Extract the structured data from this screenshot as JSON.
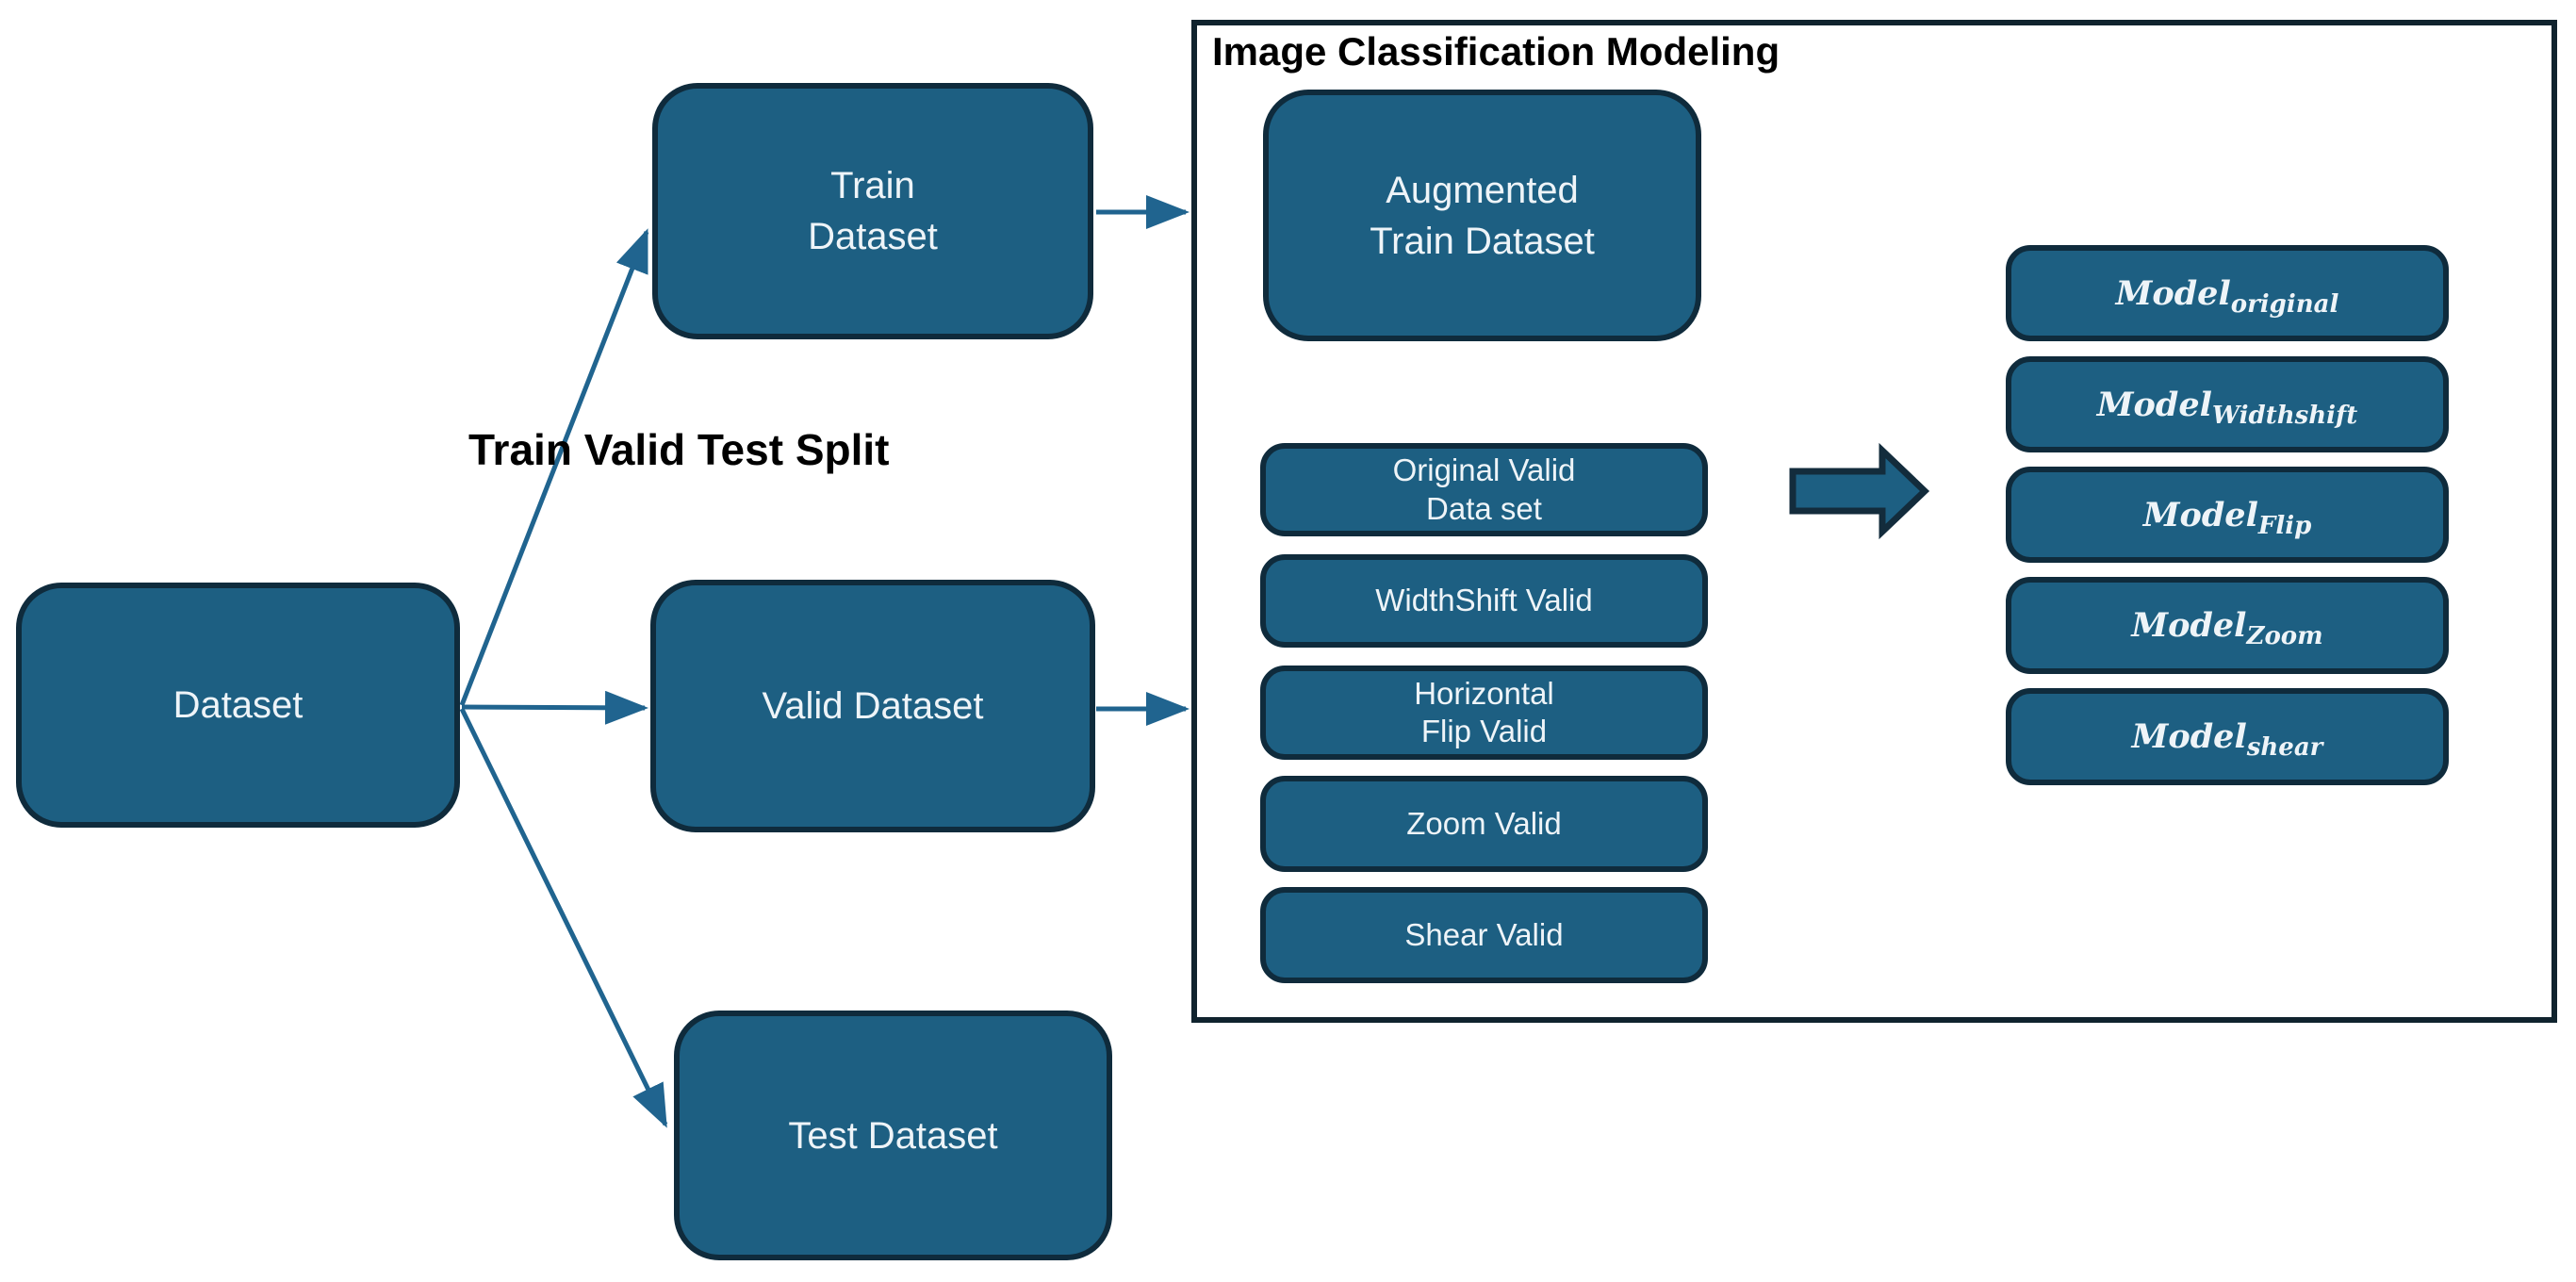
{
  "colors": {
    "node_fill": "#1d5f82",
    "node_border": "#0f2b3c",
    "container_border": "#10232e",
    "arrow": "#20648f",
    "node_text": "#eef4f8",
    "label_text": "#000000"
  },
  "labels": {
    "split": "Train Valid Test Split"
  },
  "nodes": {
    "dataset": "Dataset",
    "train": "Train\nDataset",
    "valid": "Valid Dataset",
    "test": "Test Dataset"
  },
  "modeling": {
    "title": "Image Classification Modeling",
    "augmented": "Augmented\nTrain Dataset",
    "valid_sets": [
      "Original Valid\nData set",
      "WidthShift Valid",
      "Horizontal\nFlip Valid",
      "Zoom Valid",
      "Shear Valid"
    ],
    "models": [
      {
        "base": "Model",
        "sub": "original"
      },
      {
        "base": "Model",
        "sub": "Widthshift"
      },
      {
        "base": "Model",
        "sub": "Flip"
      },
      {
        "base": "Model",
        "sub": "Zoom"
      },
      {
        "base": "Model",
        "sub": "shear"
      }
    ]
  }
}
